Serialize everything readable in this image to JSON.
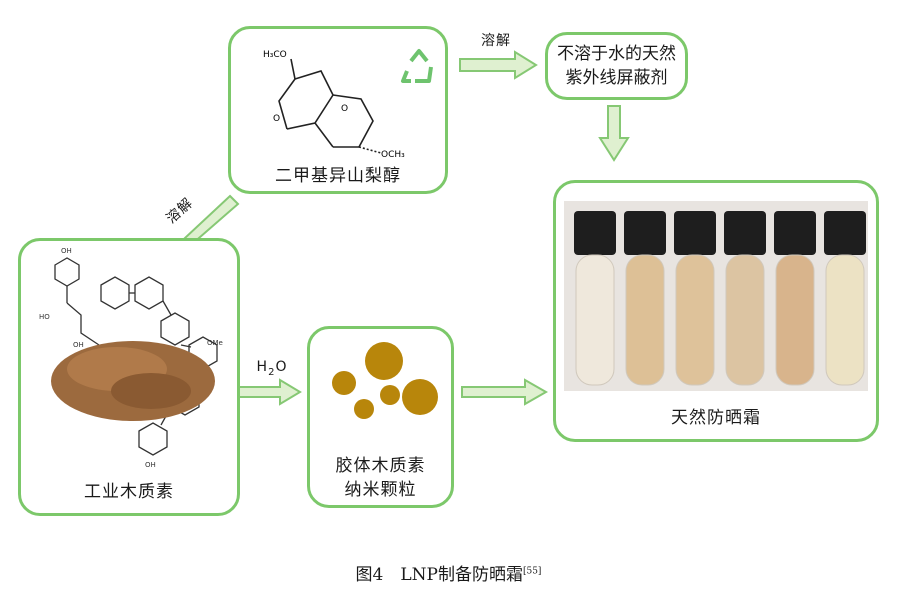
{
  "nodes": {
    "isosorbide": {
      "label": "二甲基异山梨醇",
      "group_top": "H₃CO",
      "group_bottom": "OCH₃"
    },
    "uv_absorber": {
      "line1": "不溶于水的天然",
      "line2": "紫外线屏蔽剂"
    },
    "lignin": {
      "label": "工业木质素"
    },
    "nanoparticles": {
      "line1": "胶体木质素",
      "line2": "纳米颗粒"
    },
    "sunscreen": {
      "label": "天然防晒霜"
    }
  },
  "edges": {
    "dissolve_top": "溶解",
    "dissolve_left": "溶解",
    "water": {
      "main": "H",
      "sub": "2",
      "tail": "O"
    }
  },
  "caption": {
    "text": "图4　LNP制备防晒霜",
    "ref": "[55]"
  },
  "colors": {
    "box_border": "#7cc86a",
    "arrow_fill": "#dff0d0",
    "arrow_stroke": "#86c874",
    "nano": "#b8860b"
  },
  "tubes": [
    {
      "color": "#efe8dc"
    },
    {
      "color": "#ddc096"
    },
    {
      "color": "#dec29a"
    },
    {
      "color": "#dcc4a2"
    },
    {
      "color": "#d8b48c"
    },
    {
      "color": "#ece2c4"
    }
  ]
}
